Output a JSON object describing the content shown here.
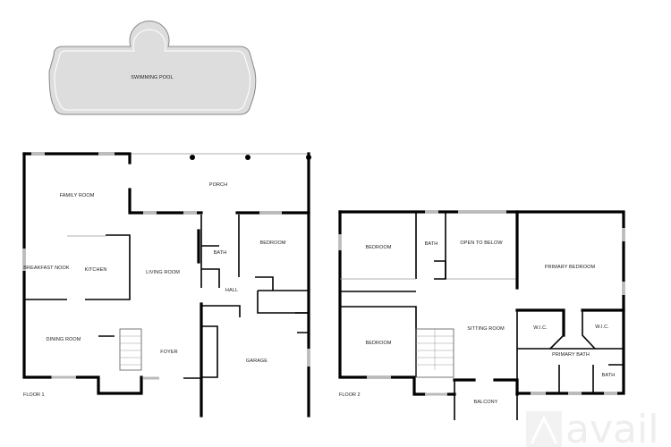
{
  "pool": {
    "label": "SWIMMING POOL"
  },
  "floor1": {
    "label": "FLOOR 1",
    "rooms": {
      "family_room": "FAMILY ROOM",
      "porch": "PORCH",
      "breakfast_nook": "BREAKFAST NOOK",
      "kitchen": "KITCHEN",
      "living_room": "LIVING ROOM",
      "bath": "BATH",
      "bedroom": "BEDROOM",
      "hall": "HALL",
      "dining_room": "DINING ROOM",
      "foyer": "FOYER",
      "garage": "GARAGE"
    }
  },
  "floor2": {
    "label": "FLOOR 2",
    "rooms": {
      "bedroom_top": "BEDROOM",
      "bath": "BATH",
      "open_to_below": "OPEN TO BELOW",
      "primary_bedroom": "PRIMARY BEDROOM",
      "bedroom_bottom": "BEDROOM",
      "sitting_room": "SITTING ROOM",
      "wic_left": "W.I.C.",
      "wic_right": "W.I.C.",
      "primary_bath": "PRIMARY BATH",
      "bath2": "BATH",
      "balcony": "BALCONY"
    }
  },
  "watermark": {
    "text": "avail"
  }
}
